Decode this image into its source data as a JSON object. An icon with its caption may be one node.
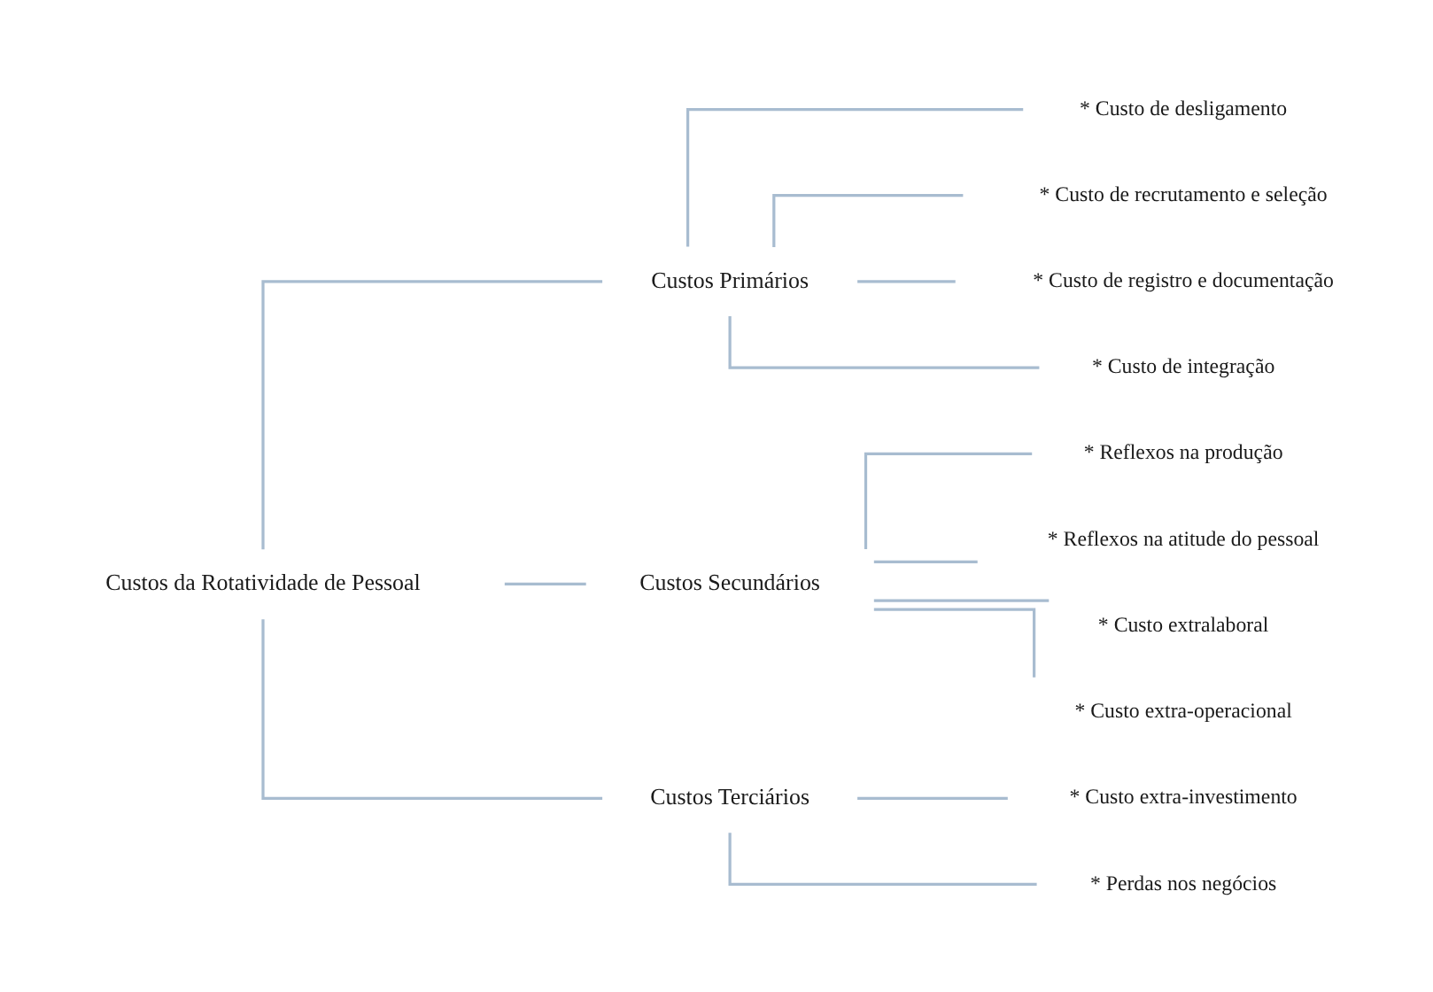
{
  "diagram": {
    "nodes": [
      {
        "text": [
          "Custos da Rotatividade de Pessoal"
        ]
      },
      {
        "text": [
          "Custos Primários"
        ]
      },
      {
        "text": [
          "* Custo de desligamento"
        ]
      },
      {
        "text": [
          "* Custo de recrutamento e seleção"
        ]
      },
      {
        "text": [
          "* Custo de registro e documentação"
        ]
      },
      {
        "text": [
          "* Custo de integração"
        ]
      },
      {
        "text": [
          "Custos Secundários"
        ]
      },
      {
        "text": [
          "* Reflexos na produção"
        ]
      },
      {
        "text": [
          "* Reflexos na atitude do pessoal"
        ]
      },
      {
        "text": [
          "* Custo extralaboral"
        ]
      },
      {
        "text": [
          "* Custo extra-operacional"
        ]
      },
      {
        "text": [
          "Custos Terciários"
        ]
      },
      {
        "text": [
          "* Custo extra-investimento"
        ]
      },
      {
        "text": [
          "* Perdas nos negócios"
        ]
      }
    ],
    "edges": [
      {
        "from": 0,
        "to": 1,
        "arrow": "none"
      },
      {
        "from": 0,
        "to": 6,
        "arrow": "none"
      },
      {
        "from": 0,
        "to": 11,
        "arrow": "none"
      },
      {
        "from": 1,
        "to": 2,
        "arrow": "none"
      },
      {
        "from": 1,
        "to": 3,
        "arrow": "none"
      },
      {
        "from": 1,
        "to": 4,
        "arrow": "none"
      },
      {
        "from": 1,
        "to": 5,
        "arrow": "none"
      },
      {
        "from": 6,
        "to": 7,
        "arrow": "none"
      },
      {
        "from": 6,
        "to": 8,
        "arrow": "none"
      },
      {
        "from": 6,
        "to": 9,
        "arrow": "none"
      },
      {
        "from": 6,
        "to": 10,
        "arrow": "none"
      },
      {
        "from": 11,
        "to": 12,
        "arrow": "none"
      },
      {
        "from": 11,
        "to": 13,
        "arrow": "none"
      }
    ]
  }
}
